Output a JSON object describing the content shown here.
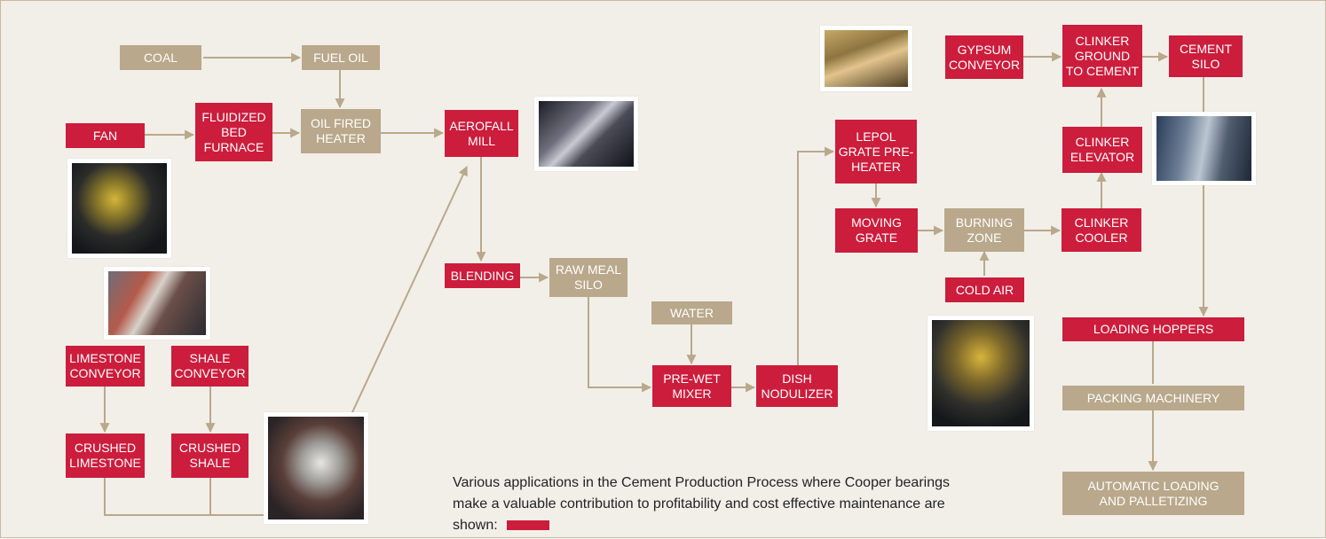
{
  "colors": {
    "highlight": "#cc1d3c",
    "standard": "#b9a88b",
    "arrow": "#b9a88b",
    "background": "#f2efe9"
  },
  "nodes": {
    "coal": "COAL",
    "fuel_oil": "FUEL OIL",
    "fan": "FAN",
    "fluidized": "FLUIDIZED BED FURNACE",
    "oil_heater": "OIL FIRED HEATER",
    "aerofall": "AEROFALL MILL",
    "blending": "BLENDING",
    "raw_meal": "RAW MEAL SILO",
    "water": "WATER",
    "prewet": "PRE-WET MIXER",
    "dish": "DISH NODULIZER",
    "lepol": "LEPOL GRATE PRE-HEATER",
    "moving_grate": "MOVING GRATE",
    "burning_zone": "BURNING ZONE",
    "cold_air": "COLD AIR",
    "clinker_cooler": "CLINKER COOLER",
    "clinker_elevator": "CLINKER ELEVATOR",
    "gypsum": "GYPSUM CONVEYOR",
    "clinker_ground": "CLINKER GROUND TO CEMENT",
    "cement_silo": "CEMENT SILO",
    "loading_hoppers": "LOADING HOPPERS",
    "packing": "PACKING MACHINERY",
    "auto_loading": "AUTOMATIC LOADING AND PALLETIZING",
    "limestone_conv": "LIMESTONE CONVEYOR",
    "shale_conv": "SHALE CONVEYOR",
    "crushed_limestone": "CRUSHED LIMESTONE",
    "crushed_shale": "CRUSHED SHALE"
  },
  "caption": "Various applications in the Cement Production Process where Cooper bearings make a valuable contribution to profitability and cost effective maintenance are shown:"
}
